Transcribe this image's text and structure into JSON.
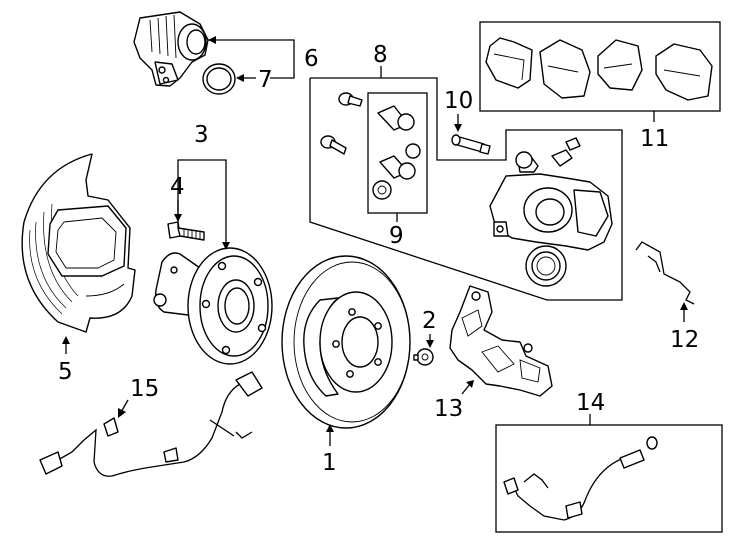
{
  "callouts": {
    "c1": "1",
    "c2": "2",
    "c3": "3",
    "c4": "4",
    "c5": "5",
    "c6": "6",
    "c7": "7",
    "c8": "8",
    "c9": "9",
    "c10": "10",
    "c11": "11",
    "c12": "12",
    "c13": "13",
    "c14": "14",
    "c15": "15"
  },
  "parts": {
    "p1": "brake-rotor",
    "p2": "rotor-screw",
    "p3": "hub-bearing-assembly",
    "p4": "wheel-stud",
    "p5": "splash-shield",
    "p6": "parking-brake-motor",
    "p7": "o-ring",
    "p8": "caliper-assembly",
    "p9": "guide-pin-boot-kit",
    "p10": "caliper-guide-pin",
    "p11": "brake-pads",
    "p12": "pad-spring-clip",
    "p13": "caliper-support-bracket",
    "p14": "brake-hose",
    "p15": "abs-wheel-speed-sensor"
  }
}
